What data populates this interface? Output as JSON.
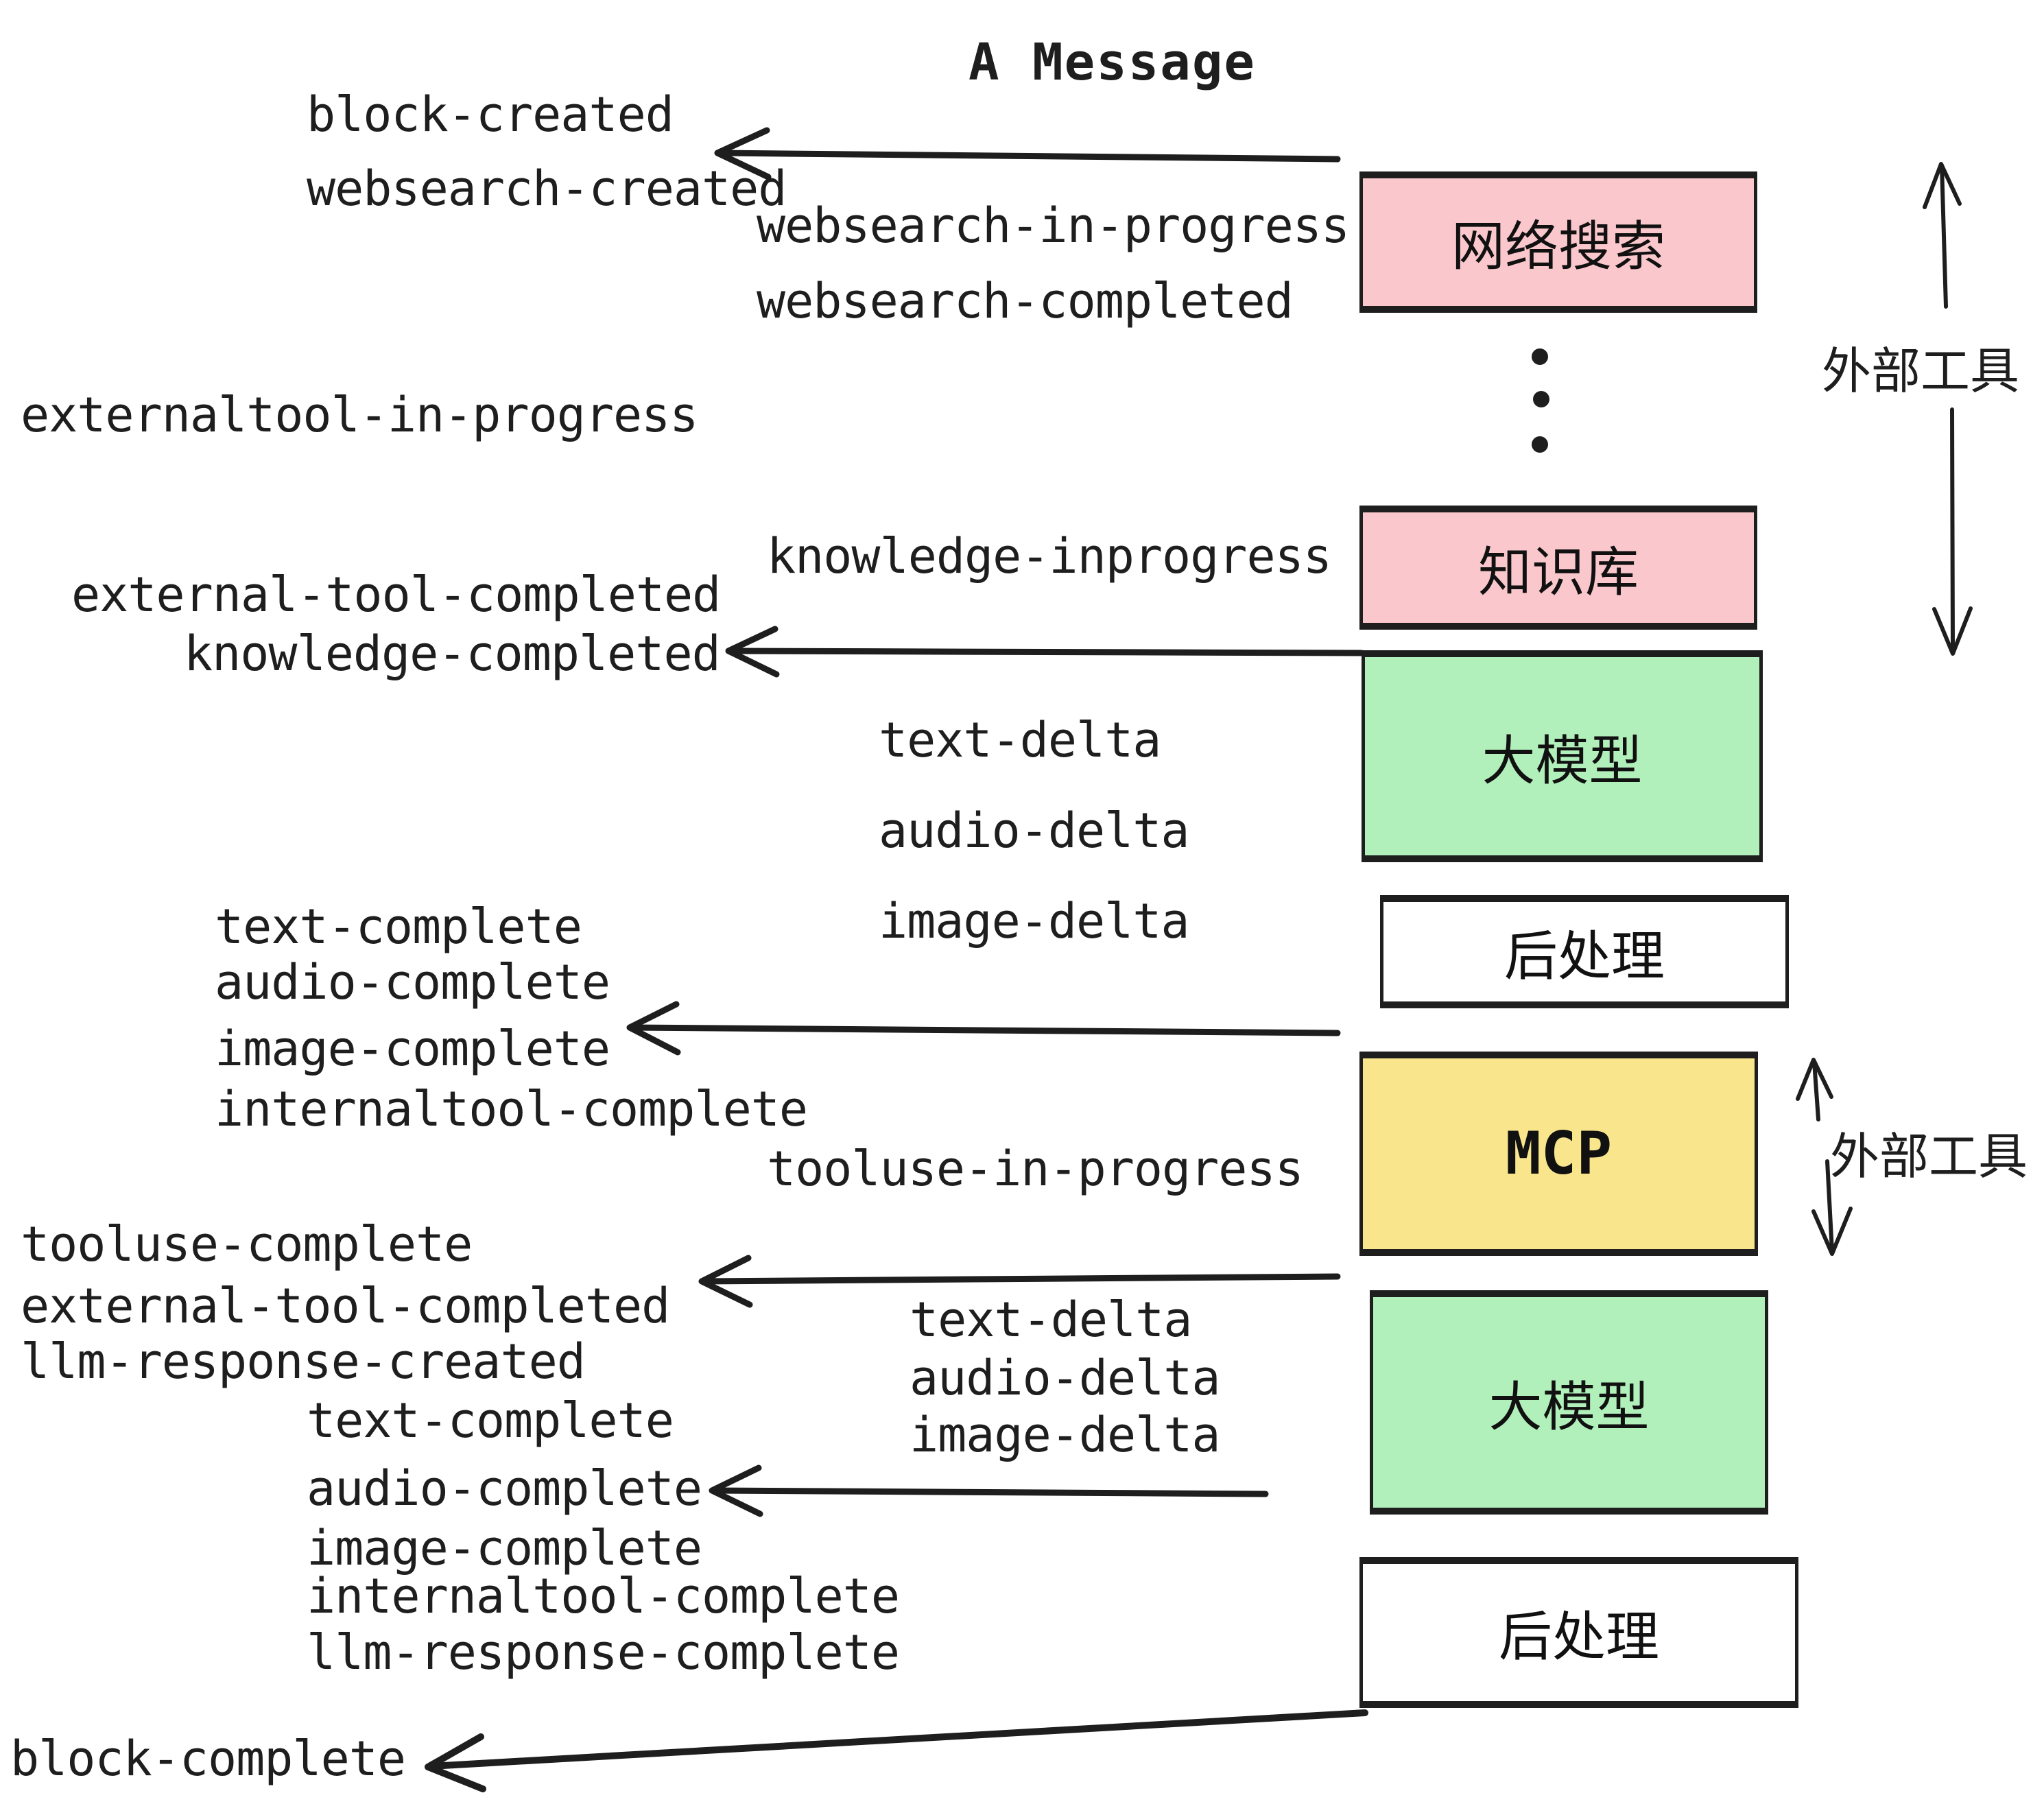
{
  "title": "A Message",
  "palette": {
    "ink": "#1E1E1E",
    "pink": "#FAC8CC",
    "green": "#B2F0BB",
    "yellow": "#F8E58C",
    "white": "#FFFFFF"
  },
  "boxes": [
    {
      "id": "websearch",
      "label": "网络搜索",
      "color": "#FAC8CC"
    },
    {
      "id": "knowledge-base",
      "label": "知识库",
      "color": "#FAC8CC"
    },
    {
      "id": "llm-1",
      "label": "大模型",
      "color": "#B2F0BB"
    },
    {
      "id": "post-process-1",
      "label": "后处理",
      "color": "#FFFFFF"
    },
    {
      "id": "mcp",
      "label": "MCP",
      "color": "#F8E58C"
    },
    {
      "id": "llm-2",
      "label": "大模型",
      "color": "#B2F0BB"
    },
    {
      "id": "post-process-2",
      "label": "后处理",
      "color": "#FFFFFF"
    }
  ],
  "side_labels": [
    {
      "id": "external-tools-top",
      "text": "外部工具"
    },
    {
      "id": "external-tools-middle",
      "text": "外部工具"
    }
  ],
  "events": [
    {
      "text": "block-created"
    },
    {
      "text": "websearch-created"
    },
    {
      "text": "websearch-in-progress"
    },
    {
      "text": "websearch-completed"
    },
    {
      "text": "externaltool-in-progress"
    },
    {
      "text": "knowledge-inprogress"
    },
    {
      "text": "external-tool-completed"
    },
    {
      "text": "knowledge-completed"
    },
    {
      "text": "text-delta"
    },
    {
      "text": "audio-delta"
    },
    {
      "text": "image-delta"
    },
    {
      "text": "text-complete"
    },
    {
      "text": "audio-complete"
    },
    {
      "text": "image-complete"
    },
    {
      "text": "internaltool-complete"
    },
    {
      "text": "tooluse-in-progress"
    },
    {
      "text": "tooluse-complete"
    },
    {
      "text": "external-tool-completed"
    },
    {
      "text": "llm-response-created"
    },
    {
      "text": "text-delta"
    },
    {
      "text": "audio-delta"
    },
    {
      "text": "image-delta"
    },
    {
      "text": "text-complete"
    },
    {
      "text": "audio-complete"
    },
    {
      "text": "image-complete"
    },
    {
      "text": "internaltool-complete"
    },
    {
      "text": "llm-response-complete"
    },
    {
      "text": "block-complete"
    }
  ]
}
